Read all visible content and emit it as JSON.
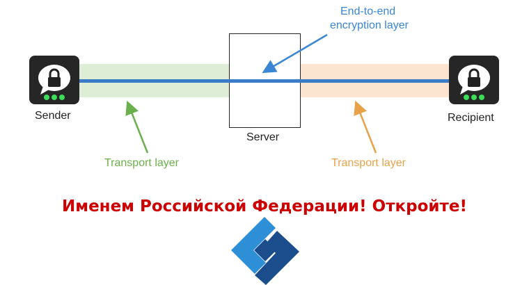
{
  "diagram": {
    "sender_label": "Sender",
    "recipient_label": "Recipient",
    "server_label": "Server",
    "e2e_label_line1": "End-to-end",
    "e2e_label_line2": "encryption layer",
    "transport_left": "Transport layer",
    "transport_right": "Transport layer"
  },
  "banner": {
    "text": "Именем Российской Федерации! Откройте!"
  },
  "colors": {
    "green": "#6ab04c",
    "orange": "#e8a24a",
    "blue": "#3a7cc8",
    "red": "#cc0000",
    "logo_light": "#2f8fd6",
    "logo_dark": "#1b4d8c"
  }
}
